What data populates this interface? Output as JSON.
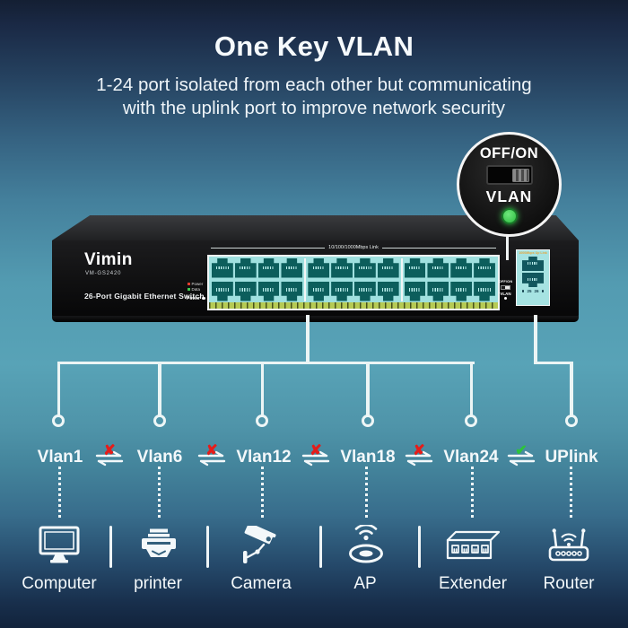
{
  "title": "One Key VLAN",
  "subtitle": {
    "line1": "1-24 port isolated from each other but communicating",
    "line2": "with the uplink port to improve network security"
  },
  "callout": {
    "power_switch_label": "OFF/ON",
    "vlan_label": "VLAN"
  },
  "device": {
    "brand": "Vimin",
    "model": "VM-GS2420",
    "name": "26-Port Gigabit Ethernet Switch",
    "ports_link_label": "10/100/1000Mbps Link",
    "uplink_link_label": "1000Mbps Up Link",
    "led_legend": {
      "power": "Power",
      "data": "Data"
    },
    "power_label": "Power",
    "mini_switch": {
      "off_on": "OFF/ON",
      "vlan": "VLAN"
    },
    "uplink_port_numbers": {
      "p25": "25",
      "p26": "26"
    }
  },
  "vlan_row": {
    "items": [
      {
        "label": "Vlan1"
      },
      {
        "label": "Vlan6"
      },
      {
        "label": "Vlan12"
      },
      {
        "label": "Vlan18"
      },
      {
        "label": "Vlan24"
      },
      {
        "label": "UPlink"
      }
    ],
    "links": [
      {
        "state": "blocked",
        "glyph": "✘"
      },
      {
        "state": "blocked",
        "glyph": "✘"
      },
      {
        "state": "blocked",
        "glyph": "✘"
      },
      {
        "state": "blocked",
        "glyph": "✘"
      },
      {
        "state": "allowed",
        "glyph": "✔"
      }
    ]
  },
  "devices_row": [
    {
      "label": "Computer",
      "icon": "computer-icon"
    },
    {
      "label": "printer",
      "icon": "printer-icon"
    },
    {
      "label": "Camera",
      "icon": "camera-icon"
    },
    {
      "label": "AP",
      "icon": "ap-icon"
    },
    {
      "label": "Extender",
      "icon": "extender-icon"
    },
    {
      "label": "Router",
      "icon": "router-icon"
    }
  ],
  "colors": {
    "background_top": "#141f33",
    "background_mid": "#58a3b7",
    "background_bottom": "#12233c",
    "text": "#f3f8fa",
    "blocked_x": "#e51d1a",
    "allowed_check": "#2cc43a",
    "vlan_led_green": "#3ed151",
    "port_panel_cyan": "#9fe0df",
    "port_jack_teal": "#0c5e5c",
    "port_number_strip": "#b6ca54",
    "tree_line": "#ecf5f5"
  }
}
